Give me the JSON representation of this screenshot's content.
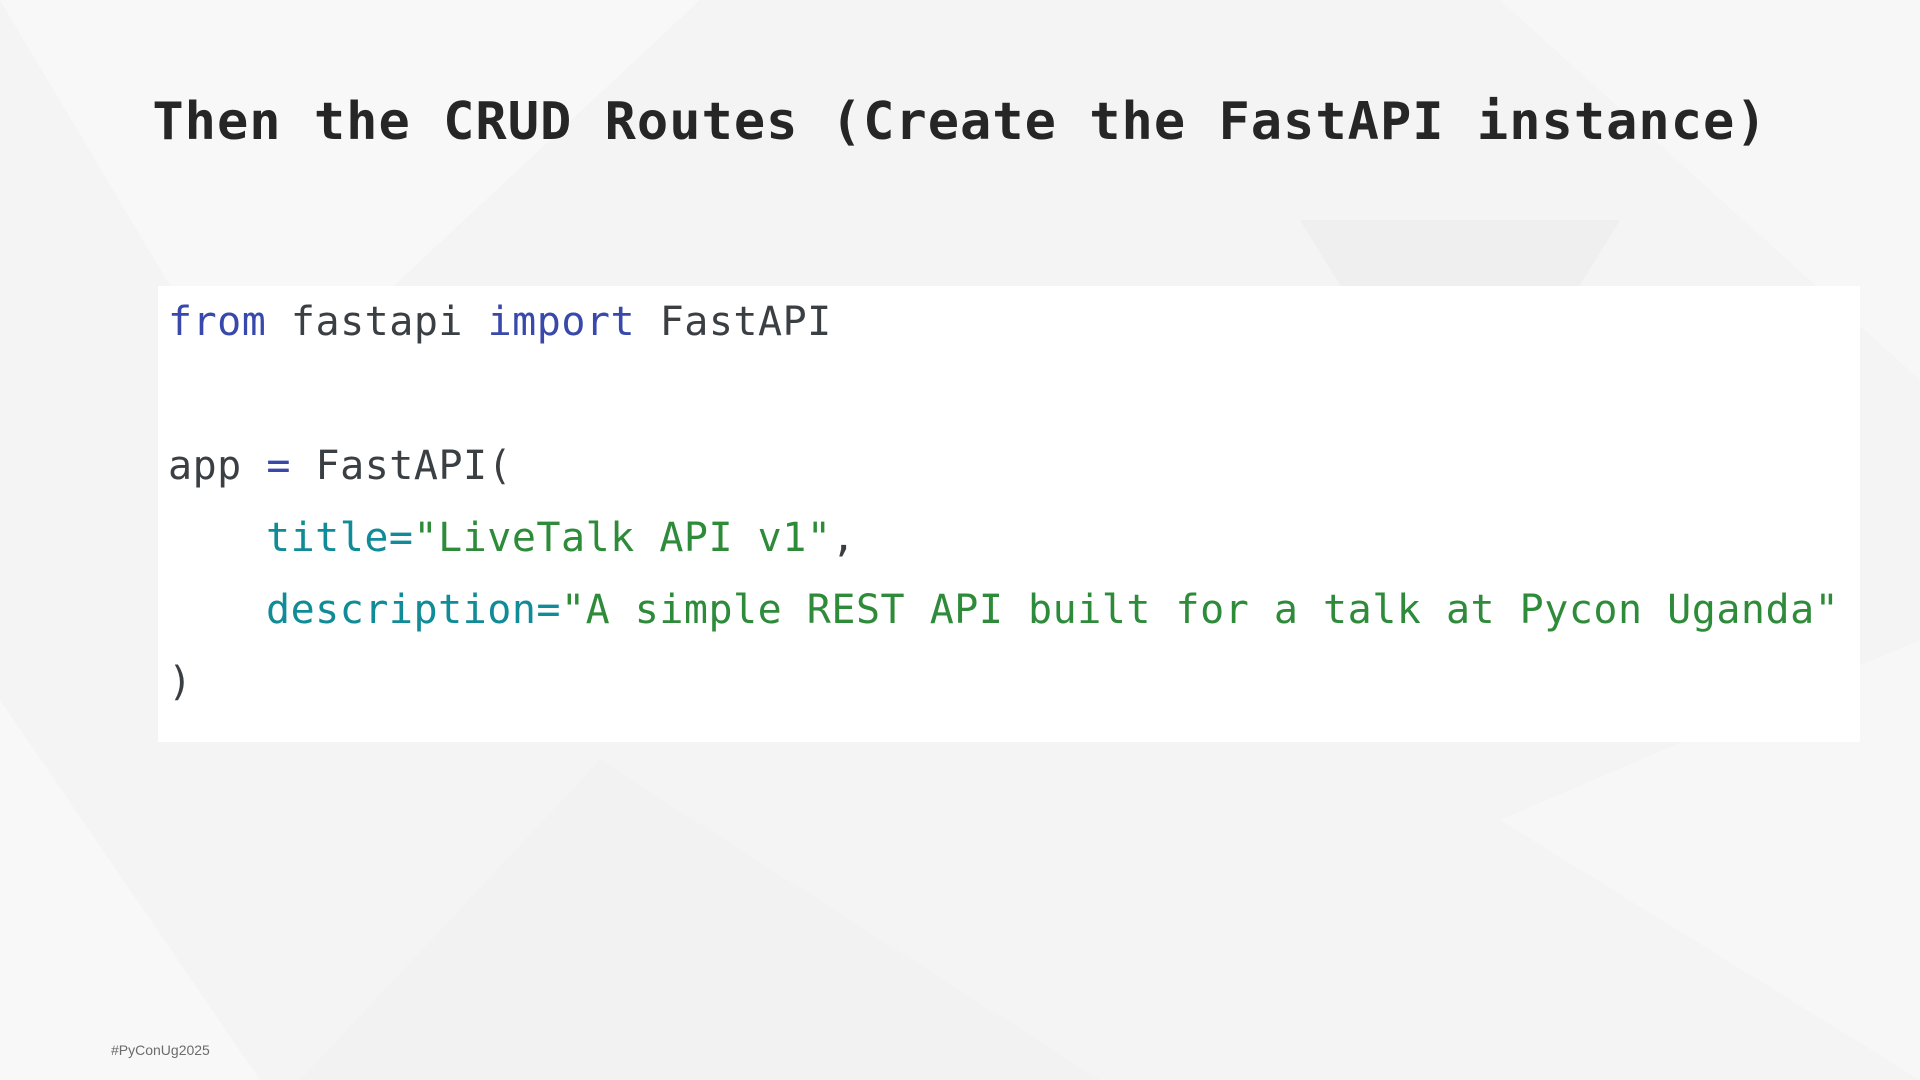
{
  "slide": {
    "title": "Then the CRUD Routes (Create the FastAPI instance)",
    "footer_hashtag": "#PyConUg2025"
  },
  "code": {
    "language": "python",
    "line1": {
      "kw_from": "from",
      "module": "fastapi",
      "kw_import": "import",
      "name": "FastAPI"
    },
    "line3": {
      "var": "app",
      "op": "=",
      "call": "FastAPI("
    },
    "line4": {
      "param": "title=",
      "value": "\"LiveTalk API v1\"",
      "punct": ","
    },
    "line5": {
      "param": "description=",
      "value": "\"A simple REST API built for a talk at Pycon Uganda\""
    },
    "line6": {
      "close": ")"
    }
  },
  "colors": {
    "background": "#f4f4f4",
    "code_background": "#ffffff",
    "title": "#262626",
    "keyword": "#3949ab",
    "parameter": "#0f8c97",
    "string": "#2e8b3a",
    "text": "#3a3f44"
  }
}
